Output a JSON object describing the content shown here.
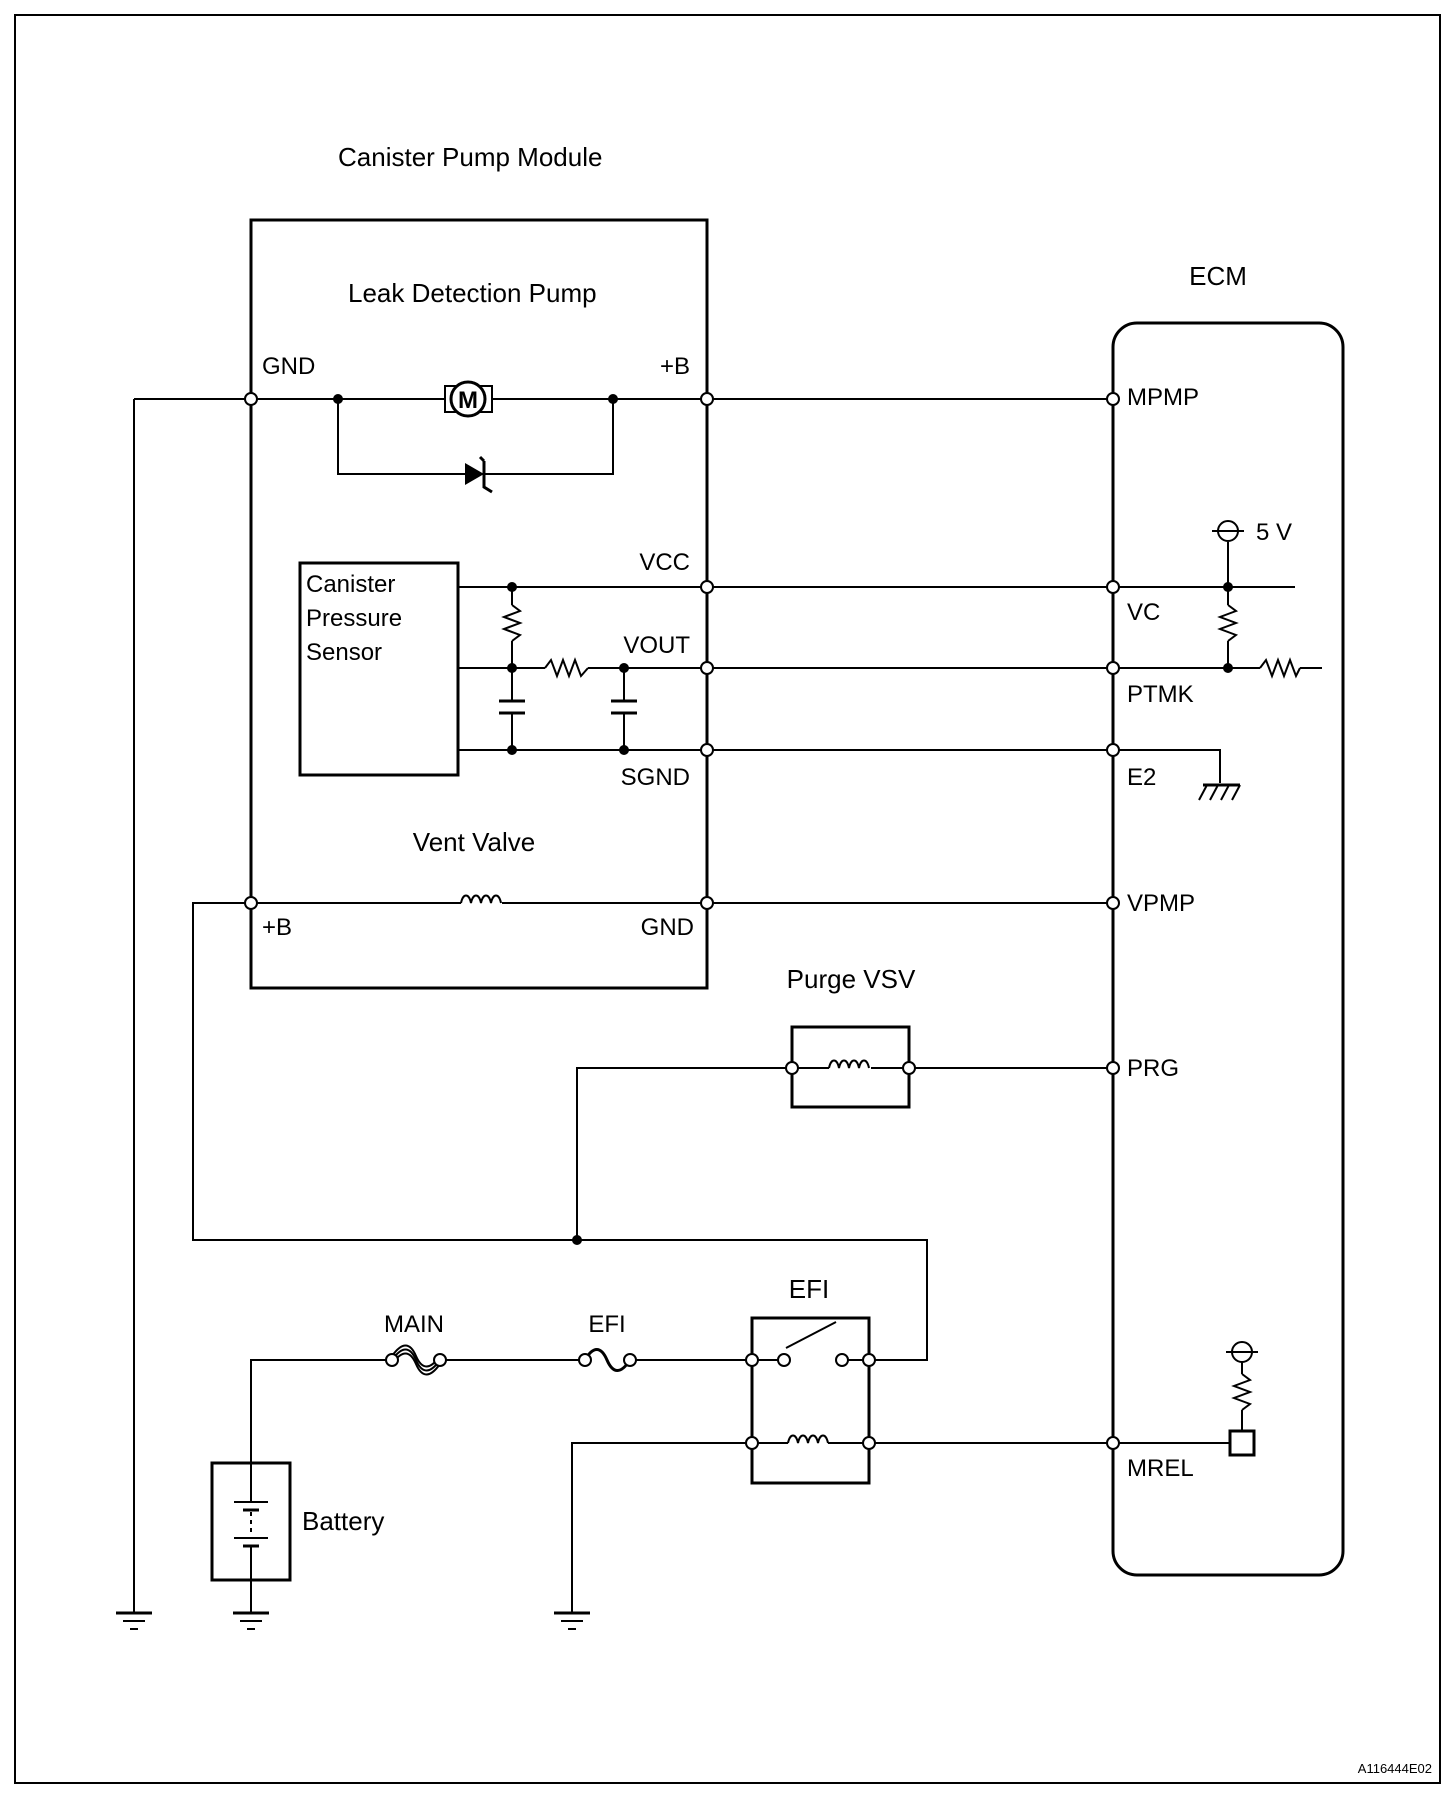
{
  "modules": {
    "canister_pump_module": "Canister Pump Module",
    "leak_detection_pump": "Leak Detection Pump",
    "canister_pressure_sensor": [
      "Canister",
      "Pressure",
      "Sensor"
    ],
    "vent_valve": "Vent Valve",
    "ecm": "ECM",
    "purge_vsv": "Purge VSV",
    "efi_relay": "EFI",
    "battery": "Battery"
  },
  "module_pins": {
    "pump_gnd": "GND",
    "pump_b": "+B",
    "vcc": "VCC",
    "vout": "VOUT",
    "sgnd": "SGND",
    "valve_b": "+B",
    "valve_gnd": "GND"
  },
  "ecm_pins": {
    "mpmp": "MPMP",
    "vc": "VC",
    "ptmk": "PTMK",
    "e2": "E2",
    "vpmp": "VPMP",
    "prg": "PRG",
    "mrel": "MREL"
  },
  "fuses": {
    "main": "MAIN",
    "efi": "EFI"
  },
  "supply": {
    "voltage": "5 V"
  },
  "icons": {
    "motor_letter": "M"
  },
  "figure_code": "A116444E02"
}
